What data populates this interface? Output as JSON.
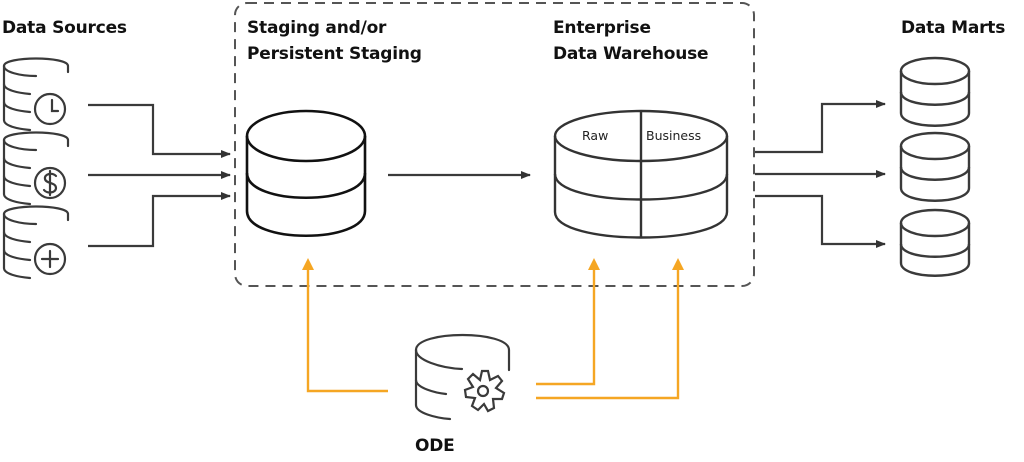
{
  "diagram": {
    "titles": {
      "data_sources": "Data Sources",
      "staging_line1": "Staging and/or",
      "staging_line2": "Persistent Staging",
      "edw_line1": "Enterprise",
      "edw_line2": "Data Warehouse",
      "data_marts": "Data Marts",
      "ode": "ODE"
    },
    "edw_segments": [
      "Raw",
      "Business"
    ],
    "data_sources": [
      {
        "icon": "clock-icon"
      },
      {
        "icon": "dollar-icon"
      },
      {
        "icon": "plus-icon"
      }
    ],
    "data_marts_count": 3,
    "colors": {
      "line": "#333333",
      "dashed_box": "#555555",
      "ode_arrows": "#F5A623",
      "text": "#111111"
    }
  }
}
